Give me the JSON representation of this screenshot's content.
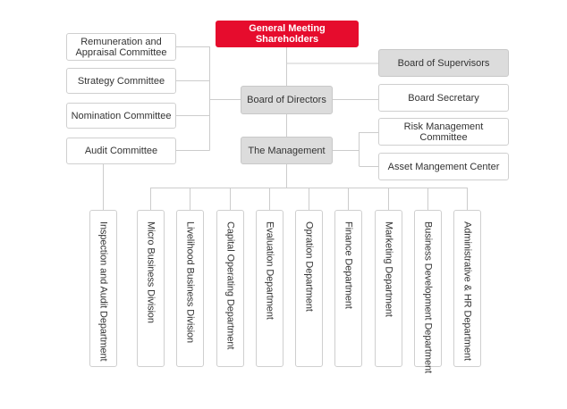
{
  "top": {
    "shareholders": "General Meeting Shareholders"
  },
  "governance": {
    "board_of_directors": "Board of Directors",
    "board_of_supervisors": "Board of Supervisors",
    "board_secretary": "Board Secretary",
    "management": "The Management"
  },
  "committees": {
    "remuneration": "Remuneration and Appraisal Committee",
    "strategy": "Strategy Committee",
    "nomination": "Nomination Committee",
    "audit": "Audit Committee"
  },
  "management_units": {
    "risk": "Risk Management Committee",
    "asset": "Asset Mangement Center"
  },
  "departments": [
    "Inspection and Audit Department",
    "Micro Business Division",
    "Livelihood Business Division",
    "Capital Operating Department",
    "Evaluation Department",
    "Opration Department",
    "Finance Department",
    "Marketing Department",
    "Business Development Department",
    "Administrative & HR Department"
  ],
  "colors": {
    "accent": "#e60c2d",
    "gray_box": "#dcdcdc",
    "border": "#cfcfcf",
    "line": "#cccccc"
  }
}
